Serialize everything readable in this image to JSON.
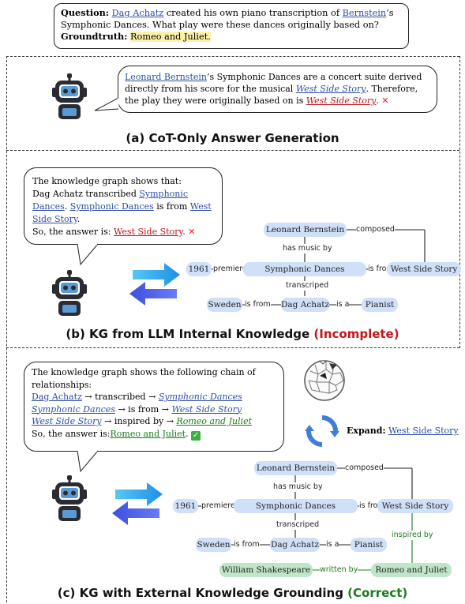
{
  "question": {
    "label": "Question:",
    "entity1": "Dag Achatz",
    "text1": " created his own piano transcription of ",
    "entity2": "Bernstein",
    "text2": "’s Symphonic Dances. What play were these dances originally based on?",
    "gt_label": "Groundtruth:",
    "gt_value": "Romeo and Juliet."
  },
  "panel_a": {
    "bubble_link1": "Leonard Bernstein",
    "bubble_text1": "’s Symphonic Dances are a concert suite derived directly from his score for the musical ",
    "bubble_link2": "West Side Story",
    "bubble_text2": ". Therefore, the play they were originally based on is ",
    "bubble_answer": "West Side Story",
    "bubble_end": ".",
    "mark": "✕",
    "caption": "(a) CoT-Only Answer Generation"
  },
  "panel_b": {
    "line1": "The knowledge graph shows that:",
    "line2a": "Dag Achatz transcribed ",
    "line2b": "Symphonic Dances",
    "line2c": ". ",
    "line2d": "Symphonic Dances",
    "line2e": " is from ",
    "line2f": "West Side Story",
    "line2g": ".",
    "line3a": "So, the answer is: ",
    "line3b": "West Side Story",
    "line3c": ".",
    "mark": "✕",
    "caption_main": "(b) KG from LLM Internal Knowledge ",
    "caption_tag": "(Incomplete)",
    "nodes": {
      "bernstein": "Leonard Bernstein",
      "y1961": "1961",
      "symphonic": "Symphonic Dances",
      "wss": "West Side Story",
      "sweden": "Sweden",
      "achatz": "Dag Achatz",
      "pianist": "Pianist"
    },
    "edges": {
      "composed": "composed",
      "has_music_by": "has music by",
      "premiered_in": "premiered in",
      "is_from1": "is from",
      "transcriped": "transcriped",
      "is_from2": "is from",
      "is_a": "is a"
    }
  },
  "panel_c": {
    "line1": "The knowledge graph shows the following chain of relationships:",
    "c1a": "Dag Achatz",
    "c1b": " → transcribed → ",
    "c1c": "Symphonic Dances",
    "c2a": "Symphonic Dances",
    "c2b": " → is from → ",
    "c2c": "West Side Story",
    "c3a": "West Side Story",
    "c3b": " → inspired by → ",
    "c3c": "Romeo and Juliet",
    "ans_a": "So, the answer is:",
    "ans_b": "Romeo and Juliet",
    "ans_c": ".",
    "mark": "✓",
    "expand_label": "Expand:",
    "expand_value": "West Side Story",
    "caption_main": "(c) KG with External Knowledge Grounding ",
    "caption_tag": "(Correct)",
    "nodes": {
      "bernstein": "Leonard Bernstein",
      "y1961": "1961",
      "symphonic": "Symphonic Dances",
      "wss": "West Side Story",
      "sweden": "Sweden",
      "achatz": "Dag Achatz",
      "pianist": "Pianist",
      "shakespeare": "William Shakespeare",
      "romeo": "Romeo and Juliet"
    },
    "edges": {
      "composed": "composed",
      "has_music_by": "has music by",
      "premiered_in": "premiered in",
      "is_from1": "is from",
      "transcriped": "transcriped",
      "is_from2": "is from",
      "is_a": "is a",
      "inspired_by": "inspired by",
      "written_by": "written by"
    }
  },
  "colors": {
    "link_blue": "#2e4fa3",
    "wrong_red": "#c0171d",
    "correct_green": "#1f7a1f",
    "node_blue": "#cfe0f8",
    "node_green": "#bfe6c8",
    "highlight_yellow": "#fbf1a9"
  }
}
